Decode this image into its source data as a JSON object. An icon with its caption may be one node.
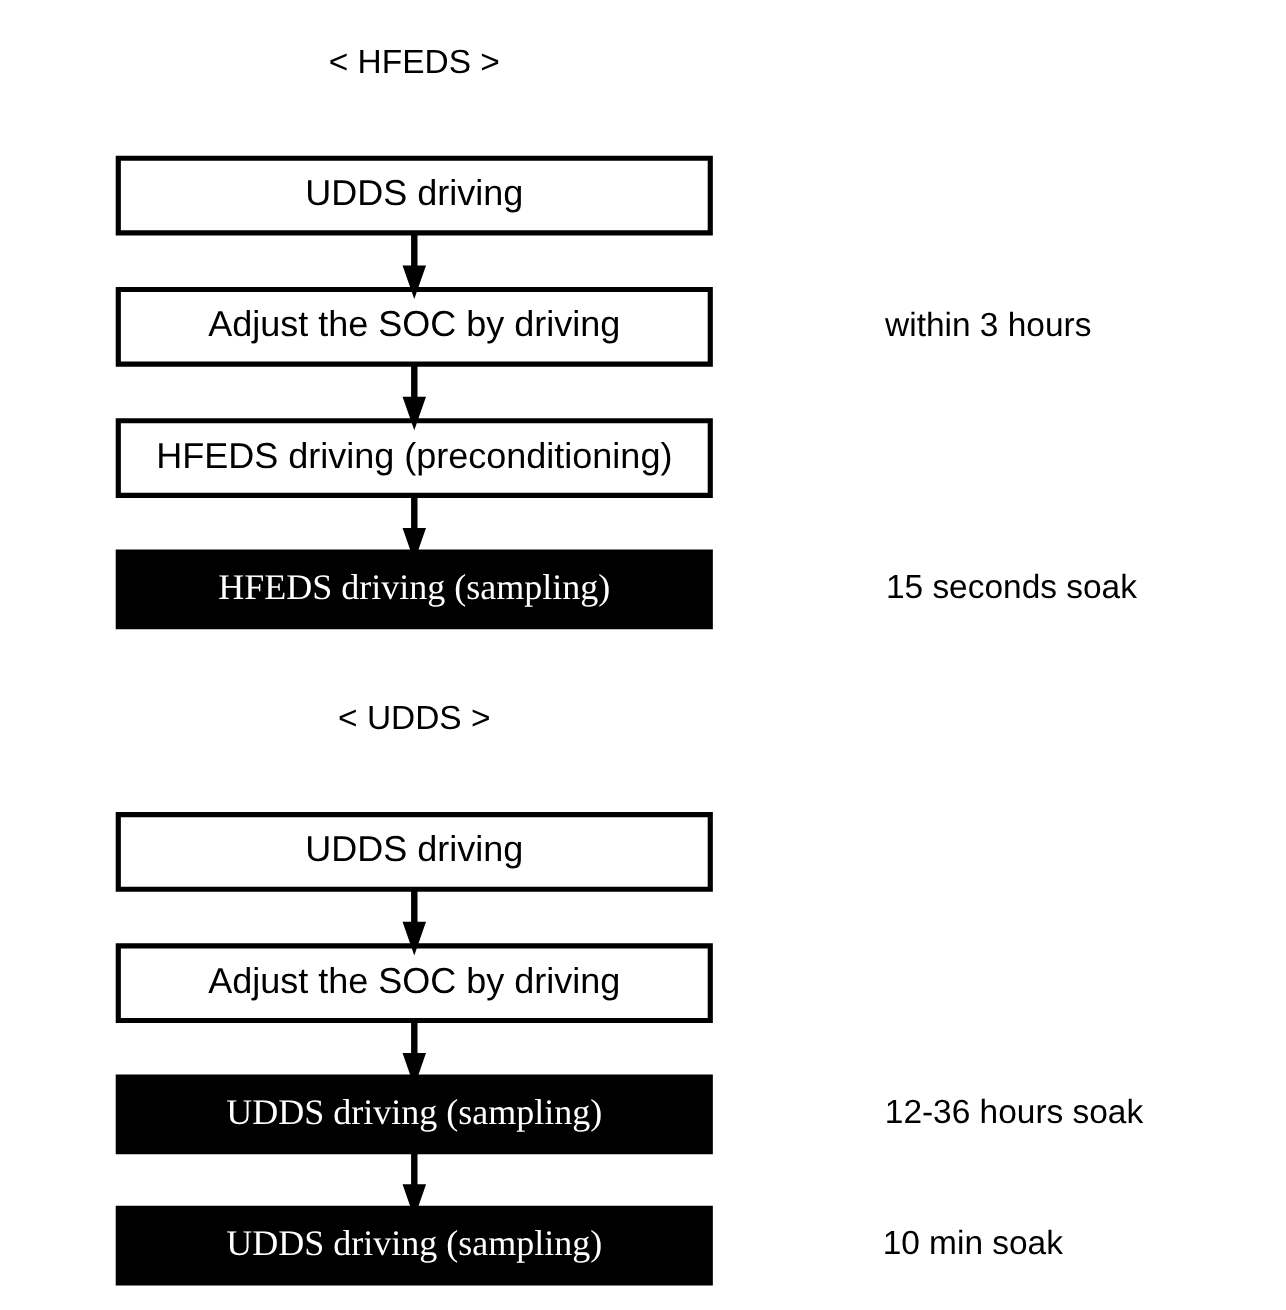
{
  "diagram": {
    "nodes": [
      {
        "text": [
          "UDDS driving"
        ]
      },
      {
        "text": [
          "Adjust the SOC by driving"
        ]
      },
      {
        "text": [
          "HFEDS driving (preconditioning)"
        ]
      },
      {
        "text": [
          "HFEDS driving (sampling)"
        ]
      },
      {
        "text": [
          "UDDS driving"
        ]
      },
      {
        "text": [
          "Adjust the SOC by driving"
        ]
      },
      {
        "text": [
          "UDDS driving (sampling)"
        ]
      },
      {
        "text": [
          "UDDS driving (sampling)"
        ]
      }
    ],
    "edges": [
      {
        "from": 0,
        "to": 1,
        "arrow": "to"
      },
      {
        "from": 1,
        "to": 2,
        "arrow": "to"
      },
      {
        "from": 2,
        "to": 3,
        "arrow": "to"
      },
      {
        "from": 4,
        "to": 5,
        "arrow": "to"
      },
      {
        "from": 5,
        "to": 6,
        "arrow": "to"
      },
      {
        "from": 6,
        "to": 7,
        "arrow": "to"
      }
    ],
    "labels": [
      "< HFEDS >",
      "within 3 hours",
      "15 seconds soak",
      "< UDDS >",
      "12-36 hours soak",
      "10 min soak"
    ]
  }
}
